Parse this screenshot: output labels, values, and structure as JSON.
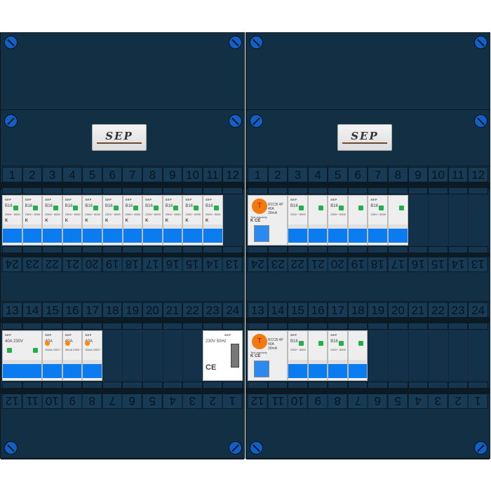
{
  "brand": "SEP",
  "colors": {
    "panel": "#132f44",
    "toggle": "#0a7cf0",
    "led": "#22b04a",
    "rcd_test": "#f07a10"
  },
  "strips": {
    "top_row_numbers": [
      "1",
      "2",
      "3",
      "4",
      "5",
      "6",
      "7",
      "8",
      "9",
      "10",
      "11",
      "12"
    ],
    "row1_bottom_numbers": [
      "13",
      "14",
      "15",
      "16",
      "17",
      "18",
      "19",
      "20",
      "21",
      "22",
      "23",
      "24"
    ],
    "row2_top_numbers": [
      "13",
      "14",
      "15",
      "16",
      "17",
      "18",
      "19",
      "20",
      "21",
      "22",
      "23",
      "24"
    ],
    "row2_bottom_numbers": [
      "1",
      "2",
      "3",
      "4",
      "5",
      "6",
      "7",
      "8",
      "9",
      "10",
      "11",
      "12"
    ]
  },
  "devices": {
    "mcb": {
      "brand": "SEP",
      "rating": "B16",
      "spec": "230V~ 6000",
      "mark": "K"
    },
    "rcd": {
      "test": "T",
      "title": "RCCB 4P",
      "rating": "40A",
      "sens": "30mA",
      "mark": "K CE",
      "test_label": "Test regularly"
    },
    "rcbo": {
      "brand": "SEP",
      "rating": "40A",
      "spec": "30mA 230V~"
    },
    "main_switch": {
      "brand": "SEP",
      "spec": "40A 230V"
    },
    "surge": {
      "brand": "SEP",
      "spec": "230V 50Hz",
      "mark": "CE"
    }
  }
}
